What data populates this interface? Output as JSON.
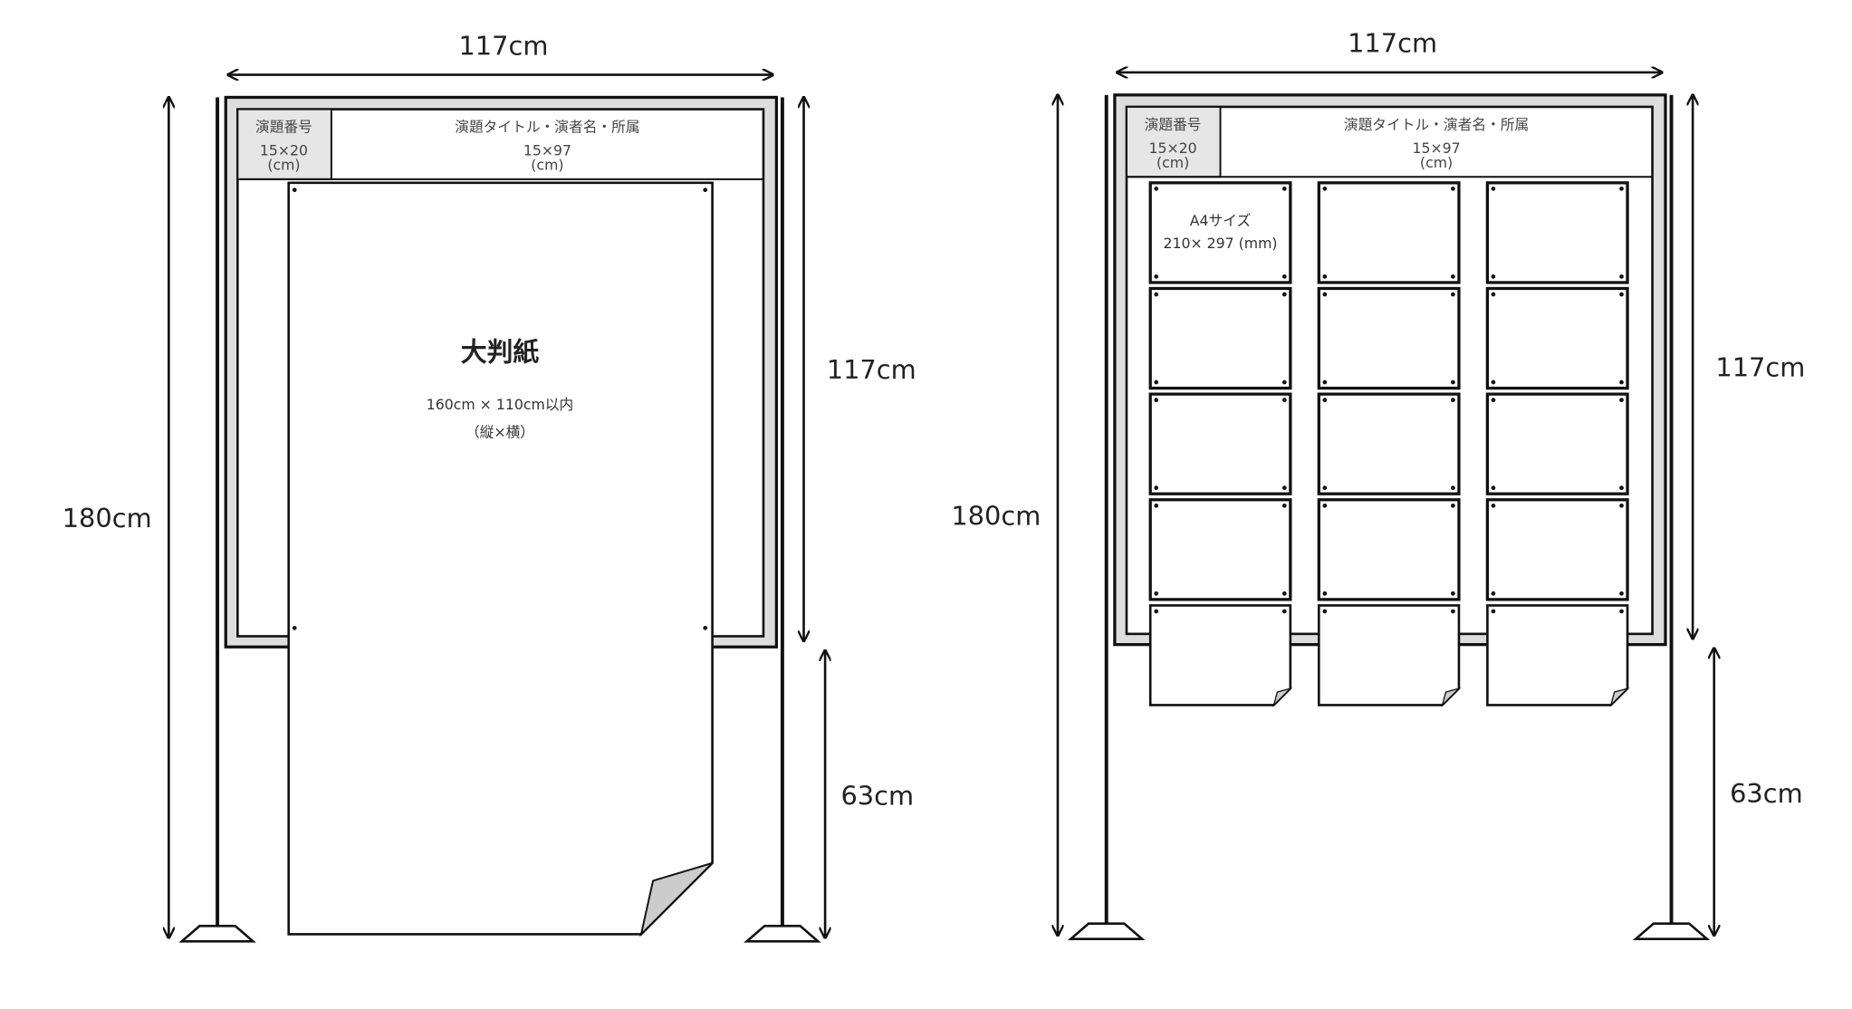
{
  "left_board": {
    "width_label": "117cm",
    "height_label": "180cm",
    "board_height_label": "117cm",
    "leg_height_label": "63cm",
    "header": {
      "number_title": "演題番号",
      "number_size": "15×20",
      "number_unit": "(cm)",
      "title_title": "演題タイトル・演者名・所属",
      "title_size": "15×97",
      "title_unit": "(cm)"
    },
    "poster": {
      "title": "大判紙",
      "size": "160cm × 110cm以内",
      "note": "（縦×横）"
    }
  },
  "right_board": {
    "width_label": "117cm",
    "height_label": "180cm",
    "board_height_label": "117cm",
    "leg_height_label": "63cm",
    "header": {
      "number_title": "演題番号",
      "number_size": "15×20",
      "number_unit": "(cm)",
      "title_title": "演題タイトル・演者名・所属",
      "title_size": "15×97",
      "title_unit": "(cm)"
    },
    "sheet": {
      "title": "A4サイズ",
      "size": "210× 297 (mm)",
      "columns": 3,
      "rows": 5
    }
  }
}
